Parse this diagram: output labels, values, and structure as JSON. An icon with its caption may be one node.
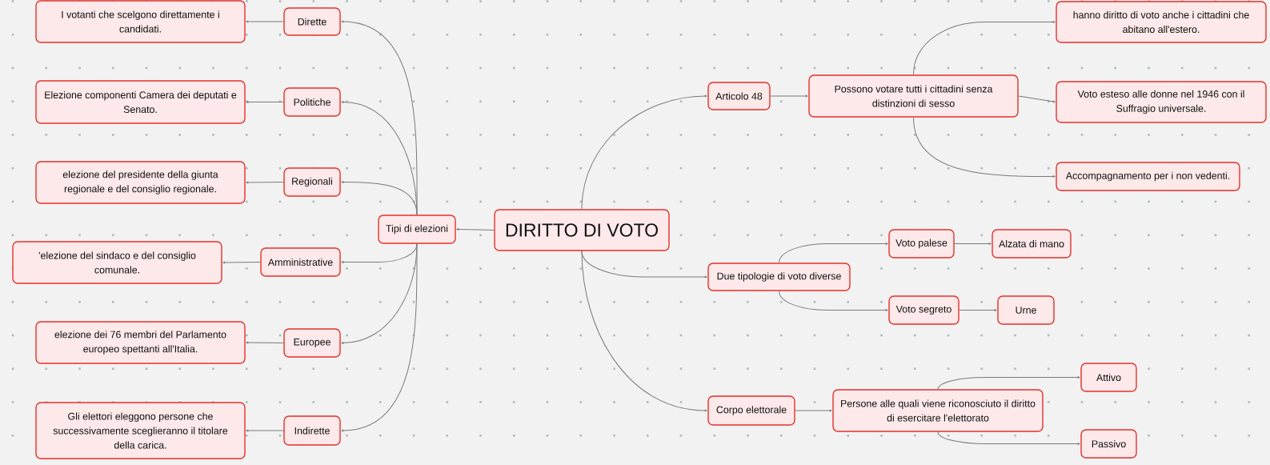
{
  "diagram": {
    "nodes": [
      {
        "text": [
          "DIRITTO DI VOTO"
        ]
      },
      {
        "text": [
          "Tipi di elezioni"
        ]
      },
      {
        "text": [
          "Dirette"
        ]
      },
      {
        "text": [
          "I votanti che scelgono direttamente i candidati."
        ]
      },
      {
        "text": [
          "Politiche"
        ]
      },
      {
        "text": [
          "Elezione componenti Camera dei deputati e Senato."
        ]
      },
      {
        "text": [
          "Regionali"
        ]
      },
      {
        "text": [
          "elezione del presidente della giunta regionale e del consiglio regionale."
        ]
      },
      {
        "text": [
          "Amministrative"
        ]
      },
      {
        "text": [
          "'elezione del sindaco e del consiglio comunale."
        ]
      },
      {
        "text": [
          "Europee"
        ]
      },
      {
        "text": [
          "elezione dei 76 membri del Parlamento europeo spettanti all'Italia."
        ]
      },
      {
        "text": [
          "Indirette"
        ]
      },
      {
        "text": [
          "Gli elettori eleggono persone che successivamente sceglieranno il titolare della carica."
        ]
      },
      {
        "text": [
          "Articolo 48"
        ]
      },
      {
        "text": [
          "Possono votare tutti i cittadini senza distinzioni di sesso"
        ]
      },
      {
        "text": [
          "hanno diritto di voto anche i cittadini che abitano all'estero."
        ]
      },
      {
        "text": [
          "Voto esteso alle donne nel 1946 con il Suffragio universale."
        ]
      },
      {
        "text": [
          "Accompagnamento per i non vedenti."
        ]
      },
      {
        "text": [
          "Due tipologie di voto diverse"
        ]
      },
      {
        "text": [
          "Voto palese"
        ]
      },
      {
        "text": [
          "Alzata di mano"
        ]
      },
      {
        "text": [
          "Voto segreto"
        ]
      },
      {
        "text": [
          "Urne"
        ]
      },
      {
        "text": [
          "Corpo elettorale"
        ]
      },
      {
        "text": [
          "Persone alle quali viene riconosciuto il diritto di esercitare l'elettorato"
        ]
      },
      {
        "text": [
          "Attivo"
        ]
      },
      {
        "text": [
          "Passivo"
        ]
      }
    ],
    "edges": [
      {
        "from": 0,
        "to": 1,
        "arrow": "to"
      },
      {
        "from": 1,
        "to": 2,
        "arrow": "to"
      },
      {
        "from": 2,
        "to": 3,
        "arrow": "to"
      },
      {
        "from": 1,
        "to": 4,
        "arrow": "to"
      },
      {
        "from": 4,
        "to": 5,
        "arrow": "to"
      },
      {
        "from": 1,
        "to": 6,
        "arrow": "to"
      },
      {
        "from": 6,
        "to": 7,
        "arrow": "to"
      },
      {
        "from": 1,
        "to": 8,
        "arrow": "to"
      },
      {
        "from": 8,
        "to": 9,
        "arrow": "to"
      },
      {
        "from": 1,
        "to": 10,
        "arrow": "to"
      },
      {
        "from": 10,
        "to": 11,
        "arrow": "to"
      },
      {
        "from": 1,
        "to": 12,
        "arrow": "to"
      },
      {
        "from": 12,
        "to": 13,
        "arrow": "to"
      },
      {
        "from": 0,
        "to": 14,
        "arrow": "to"
      },
      {
        "from": 14,
        "to": 15,
        "arrow": "to"
      },
      {
        "from": 15,
        "to": 16,
        "arrow": "to"
      },
      {
        "from": 15,
        "to": 17,
        "arrow": "to"
      },
      {
        "from": 15,
        "to": 18,
        "arrow": "to"
      },
      {
        "from": 0,
        "to": 19,
        "arrow": "to"
      },
      {
        "from": 19,
        "to": 20,
        "arrow": "to"
      },
      {
        "from": 20,
        "to": 21,
        "arrow": "to"
      },
      {
        "from": 19,
        "to": 22,
        "arrow": "to"
      },
      {
        "from": 22,
        "to": 23,
        "arrow": "to"
      },
      {
        "from": 0,
        "to": 24,
        "arrow": "to"
      },
      {
        "from": 24,
        "to": 25,
        "arrow": "to"
      },
      {
        "from": 25,
        "to": 26,
        "arrow": "to"
      },
      {
        "from": 25,
        "to": 27,
        "arrow": "to"
      }
    ]
  }
}
